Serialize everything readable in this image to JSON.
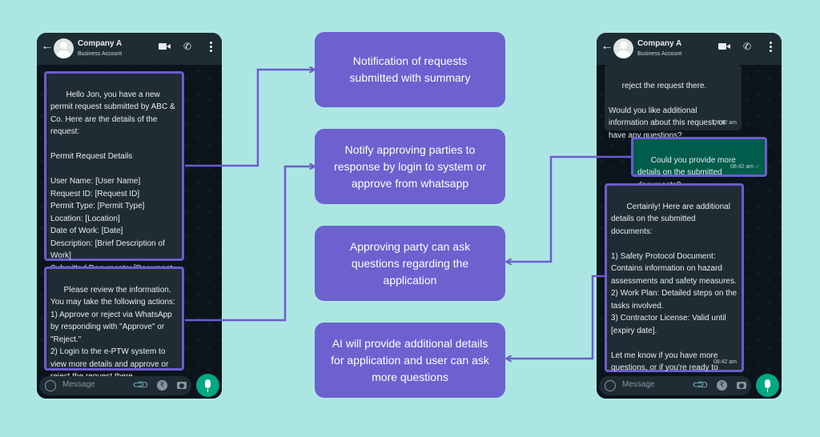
{
  "left_phone": {
    "contact_name": "Company A",
    "contact_subtitle": "Business Account",
    "messages": [
      {
        "text": " Hello Jon, you have a new permit request submitted by ABC & Co. Here are the details of the request:\n\nPermit Request Details\n\nUser Name: [User Name]\nRequest ID: [Request ID]\nPermit Type: [Permit Type]\nLocation: [Location]\nDate of Work: [Date]\nDescription: [Brief Description of Work]\nSubmitted Documents: [Document Names]"
      },
      {
        "text": "Please review the information. You may take the following actions:\n1) Approve or reject via WhatsApp by responding with \"Approve\" or \"Reject.\"\n2) Login to the e-PTW system to view more details and approve or reject the request there."
      }
    ],
    "input_placeholder": "Message"
  },
  "right_phone": {
    "contact_name": "Company A",
    "contact_subtitle": "Business Account",
    "messages": [
      {
        "text": "reject the request there.\n\nWould you like additional information about this request, or have any questions?",
        "time": "08:42 am"
      },
      {
        "text": "Could you provide more details on the submitted documents?",
        "time": "08:42 am",
        "tick": "✓"
      },
      {
        "text": " Certainly! Here are additional details on the submitted documents:\n\n1) Safety Protocol Document: Contains information on hazard assessments and safety measures.\n2) Work Plan: Detailed steps on the tasks involved.\n3) Contractor License: Valid until [expiry date].\n\nLet me know if you have more questions, or if you're ready to approve or reject this request.",
        "time": "08:42 am"
      }
    ],
    "input_placeholder": "Message"
  },
  "steps": [
    "Notification of requests submitted with summary",
    "Notify approving parties to response by login to system or approve from whatsapp",
    "Approving party can ask questions regarding the application",
    "AI will provide additional details for application and user can ask more questions"
  ],
  "colors": {
    "background": "#ace6e2",
    "box": "#6c61cf",
    "connector": "#6c5ccf",
    "phone": "#0b141a",
    "outgoing_bubble": "#005c4b"
  }
}
